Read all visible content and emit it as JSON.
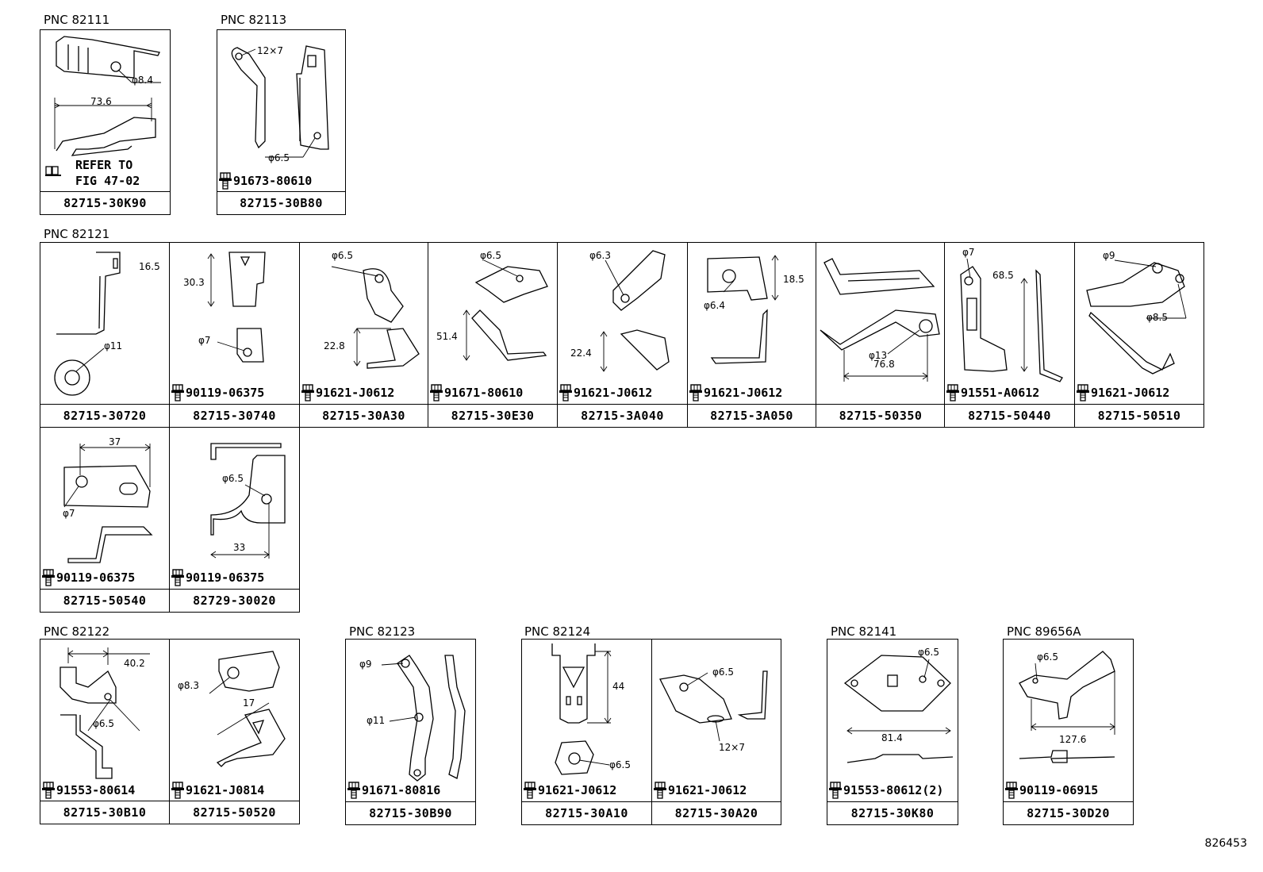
{
  "pnc_labels": {
    "g1": "PNC 82111",
    "g2": "PNC 82113",
    "g3": "PNC 82121",
    "g4": "PNC 82122",
    "g5": "PNC 82123",
    "g6": "PNC 82124",
    "g7": "PNC 82141",
    "g8": "PNC 89656A"
  },
  "cells": {
    "c1": {
      "part": "82715-30K90",
      "dims": [
        "φ8.4",
        "73.6"
      ],
      "refer": [
        "REFER TO",
        "FIG 47-02"
      ]
    },
    "c2": {
      "part": "82715-30B80",
      "dims": [
        "12×7",
        "φ6.5"
      ],
      "bolt": "91673-80610"
    },
    "c3": {
      "part": "82715-30720",
      "dims": [
        "16.5",
        "φ11"
      ]
    },
    "c4": {
      "part": "82715-30740",
      "dims": [
        "30.3",
        "φ7"
      ],
      "bolt": "90119-06375"
    },
    "c5": {
      "part": "82715-30A30",
      "dims": [
        "φ6.5",
        "22.8"
      ],
      "bolt": "91621-J0612"
    },
    "c6": {
      "part": "82715-30E30",
      "dims": [
        "φ6.5",
        "51.4"
      ],
      "bolt": "91671-80610"
    },
    "c7": {
      "part": "82715-3A040",
      "dims": [
        "φ6.3",
        "22.4"
      ],
      "bolt": "91621-J0612"
    },
    "c8": {
      "part": "82715-3A050",
      "dims": [
        "18.5",
        "φ6.4"
      ],
      "bolt": "91621-J0612"
    },
    "c9": {
      "part": "82715-50350",
      "dims": [
        "φ13",
        "76.8"
      ]
    },
    "c10": {
      "part": "82715-50440",
      "dims": [
        "φ7",
        "68.5"
      ],
      "bolt": "91551-A0612"
    },
    "c11": {
      "part": "82715-50510",
      "dims": [
        "φ9",
        "φ8.5"
      ],
      "bolt": "91621-J0612"
    },
    "c12": {
      "part": "82715-50540",
      "dims": [
        "37",
        "φ7"
      ],
      "bolt": "90119-06375"
    },
    "c13": {
      "part": "82729-30020",
      "dims": [
        "φ6.5",
        "33"
      ],
      "bolt": "90119-06375"
    },
    "c14": {
      "part": "82715-30B10",
      "dims": [
        "40.2",
        "φ6.5"
      ],
      "bolt": "91553-80614"
    },
    "c15": {
      "part": "82715-50520",
      "dims": [
        "φ8.3",
        "17"
      ],
      "bolt": "91621-J0814"
    },
    "c16": {
      "part": "82715-30B90",
      "dims": [
        "φ9",
        "φ11"
      ],
      "bolt": "91671-80816"
    },
    "c17": {
      "part": "82715-30A10",
      "dims": [
        "44",
        "φ6.5"
      ],
      "bolt": "91621-J0612"
    },
    "c18": {
      "part": "82715-30A20",
      "dims": [
        "φ6.5",
        "12×7"
      ],
      "bolt": "91621-J0612"
    },
    "c19": {
      "part": "82715-30K80",
      "dims": [
        "φ6.5",
        "81.4"
      ],
      "bolt": "91553-80612(2)"
    },
    "c20": {
      "part": "82715-30D20",
      "dims": [
        "φ6.5",
        "127.6"
      ],
      "bolt": "90119-06915"
    }
  },
  "reference_number": "826453"
}
